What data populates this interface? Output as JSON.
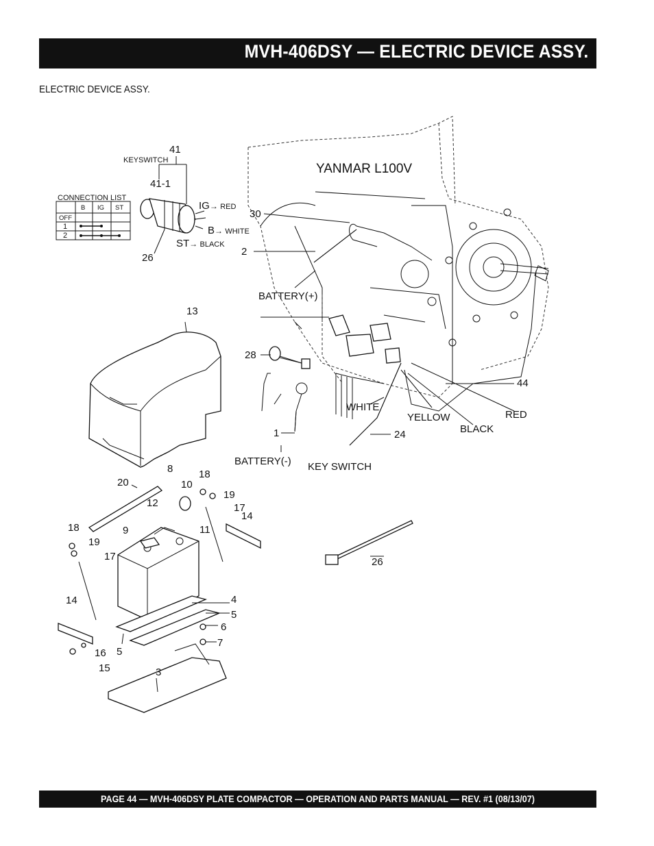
{
  "header": {
    "title": "MVH-406DSY — ELECTRIC DEVICE ASSY."
  },
  "section": {
    "label": "ELECTRIC DEVICE ASSY."
  },
  "diagram": {
    "engine_label": "YANMAR L100V",
    "keyswitch_label": "KEYSWITCH",
    "connection_list": {
      "title": "CONNECTION LIST",
      "columns": [
        "B",
        "IG",
        "ST"
      ],
      "rows": [
        "OFF",
        "1",
        "2"
      ]
    },
    "terminals": {
      "ig": "IG",
      "ig_wire": "RED",
      "b": "B",
      "b_wire": "WHITE",
      "st": "ST",
      "st_wire": "BLACK"
    },
    "callouts": {
      "battery_pos": "BATTERY(+)",
      "battery_neg": "BATTERY(-)",
      "key_switch": "KEY SWITCH",
      "white": "WHITE",
      "yellow": "YELLOW",
      "black": "BLACK",
      "red": "RED"
    },
    "part_numbers": {
      "p41": "41",
      "p41_1": "41-1",
      "p26a": "26",
      "p30": "30",
      "p2": "2",
      "p13": "13",
      "p28": "28",
      "p1": "1",
      "p44": "44",
      "p24": "24",
      "p20": "20",
      "p8": "8",
      "p18a": "18",
      "p10": "10",
      "p19a": "19",
      "p12": "12",
      "p17a": "17",
      "p14a": "14",
      "p9": "9",
      "p11": "11",
      "p18b": "18",
      "p19b": "19",
      "p17b": "17",
      "p14b": "14",
      "p4": "4",
      "p5a": "5",
      "p6": "6",
      "p5b": "5",
      "p7": "7",
      "p16": "16",
      "p15": "15",
      "p3": "3",
      "p26b": "26"
    }
  },
  "footer": {
    "text": "PAGE 44 — MVH-406DSY PLATE COMPACTOR — OPERATION AND PARTS MANUAL — REV. #1 (08/13/07)"
  }
}
